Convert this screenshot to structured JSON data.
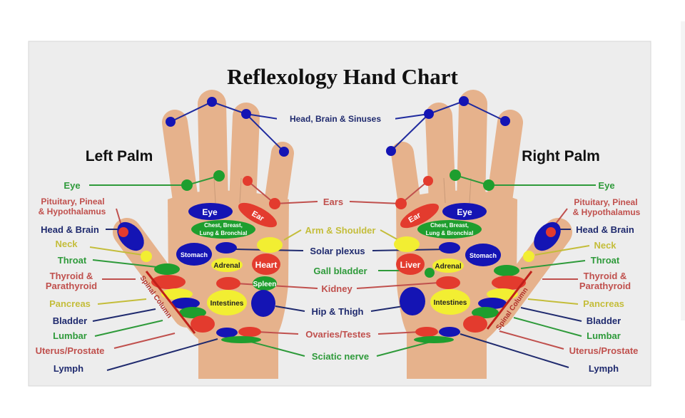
{
  "title": "Reflexology Hand Chart",
  "left_heading": "Left Palm",
  "right_heading": "Right Palm",
  "colors": {
    "green": "#1e9e2e",
    "red": "#e33b2e",
    "blue": "#1414b4",
    "yellow": "#f2ee32",
    "skin": "#e6b28c",
    "label_red": "#c0504d",
    "label_navy": "#1f2a6e",
    "label_yellow": "#c4bd3a",
    "label_green": "#2e9a3a"
  },
  "side_labels": {
    "eye": "Eye",
    "pituitary_1": "Pituitary, Pineal",
    "pituitary_2": "& Hypothalamus",
    "head_brain": "Head & Brain",
    "neck": "Neck",
    "throat": "Throat",
    "thyroid_1": "Thyroid &",
    "thyroid_2": "Parathyroid",
    "pancreas": "Pancreas",
    "bladder": "Bladder",
    "lumbar": "Lumbar",
    "uterus": "Uterus/Prostate",
    "lymph": "Lymph"
  },
  "center_labels": {
    "head_sinuses": "Head, Brain & Sinuses",
    "ears": "Ears",
    "arm_shoulder": "Arm & Shoulder",
    "solar_plexus": "Solar plexus",
    "gall_bladder": "Gall bladder",
    "kidney": "Kidney",
    "hip_thigh": "Hip & Thigh",
    "ovaries": "Ovaries/Testes",
    "sciatic": "Sciatic nerve"
  },
  "zones": {
    "eye": "Eye",
    "ear": "Ear",
    "chest_1": "Chest, Breast,",
    "chest_2": "Lung & Bronchial",
    "stomach": "Stomach",
    "adrenal": "Adrenal",
    "heart": "Heart",
    "liver": "Liver",
    "spleen": "Spleen",
    "intestines": "Intestines",
    "spinal": "Spinal Column"
  }
}
